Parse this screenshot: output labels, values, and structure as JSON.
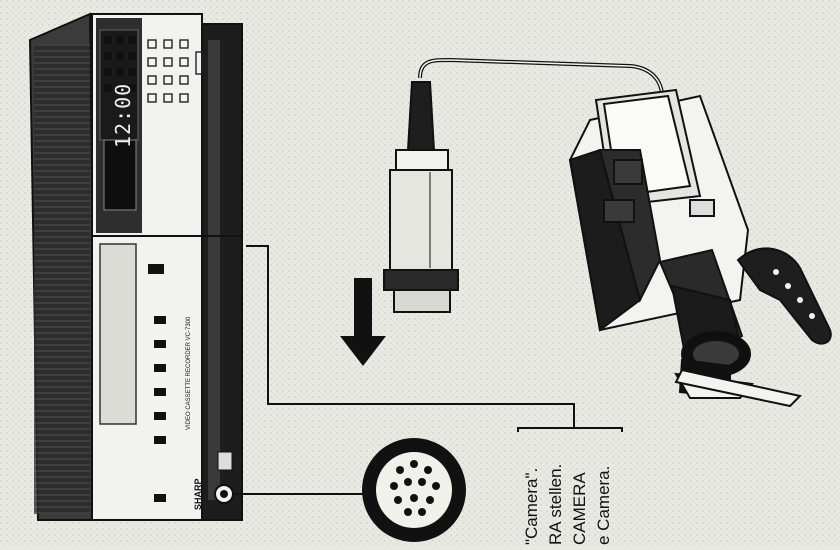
{
  "vcr": {
    "clock_display": "12:00",
    "brand": "SHARP",
    "model_label": "VIDEO CASSETTE RECORDER VC-7300"
  },
  "caption": {
    "lines": [
      "\"Camera\".",
      "RA stellen.",
      "CAMERA",
      "e Camera."
    ]
  }
}
